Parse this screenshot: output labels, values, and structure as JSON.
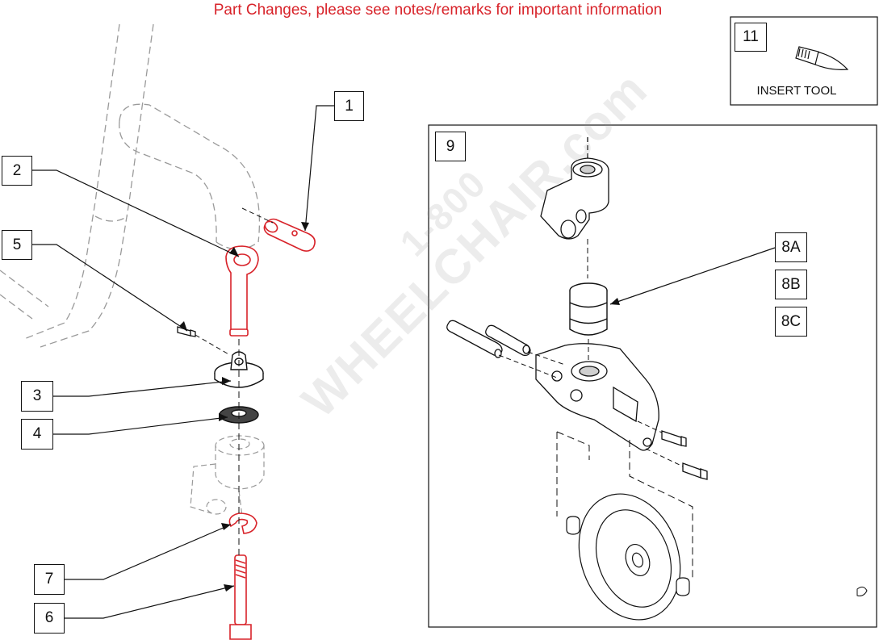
{
  "notice": "Part Changes, please see notes/remarks for important information",
  "callouts": {
    "c1": "1",
    "c2": "2",
    "c3": "3",
    "c4": "4",
    "c5": "5",
    "c6": "6",
    "c7": "7",
    "c8a": "8A",
    "c8b": "8B",
    "c8c": "8C",
    "c9": "9",
    "c11": "11"
  },
  "insert_tool_label": "INSERT TOOL",
  "watermark": {
    "line1": "1-800",
    "line2": "WHEELCHAIR.com"
  },
  "colors": {
    "highlight": "#d8232a",
    "line": "#111111",
    "ghost": "#9a9a9a"
  }
}
